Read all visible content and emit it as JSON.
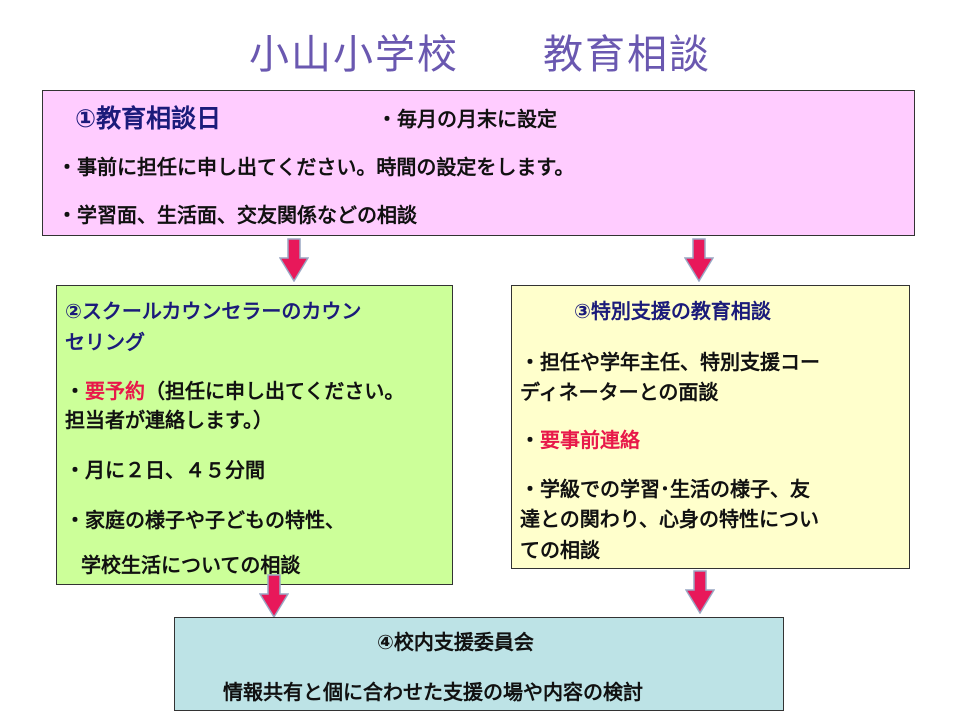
{
  "title": "小山小学校　　教育相談",
  "box1": {
    "heading": "①教育相談日",
    "subheading": "・毎月の月末に設定",
    "line1": "・事前に担任に申し出てください。時間の設定をします。",
    "line2": "・学習面、生活面、交友関係などの相談"
  },
  "box2": {
    "heading_l1": "②スクールカウンセラーのカウン",
    "heading_l2": "セリング",
    "item1_bullet": "・",
    "item1_red": "要予約",
    "item1_rest": "（担任に申し出てください。",
    "item1_l2": "担当者が連絡します。）",
    "item2": "・月に２日、４５分間",
    "item3_l1": "・家庭の様子や子どもの特性、",
    "item3_l2": "学校生活についての相談"
  },
  "box3": {
    "heading": "③特別支援の教育相談",
    "item1_l1": "・担任や学年主任、特別支援コー",
    "item1_l2": "ディネーターとの面談",
    "item2_bullet": "・",
    "item2_red": "要事前連絡",
    "item3_l1": "・学級での学習･生活の様子、友",
    "item3_l2": "達との関わり、心身の特性につい",
    "item3_l3": "ての相談"
  },
  "box4": {
    "heading": "④校内支援委員会",
    "line1": "情報共有と個に合わせた支援の場や内容の検討"
  },
  "colors": {
    "title": "#6a58b0",
    "box1_bg": "#ffccff",
    "box2_bg": "#ccff99",
    "box3_bg": "#ffffcc",
    "box4_bg": "#bde3e6",
    "arrow": "#e8185a",
    "emphasis": "#e8184a"
  },
  "icons": [
    "down-arrow-icon"
  ]
}
